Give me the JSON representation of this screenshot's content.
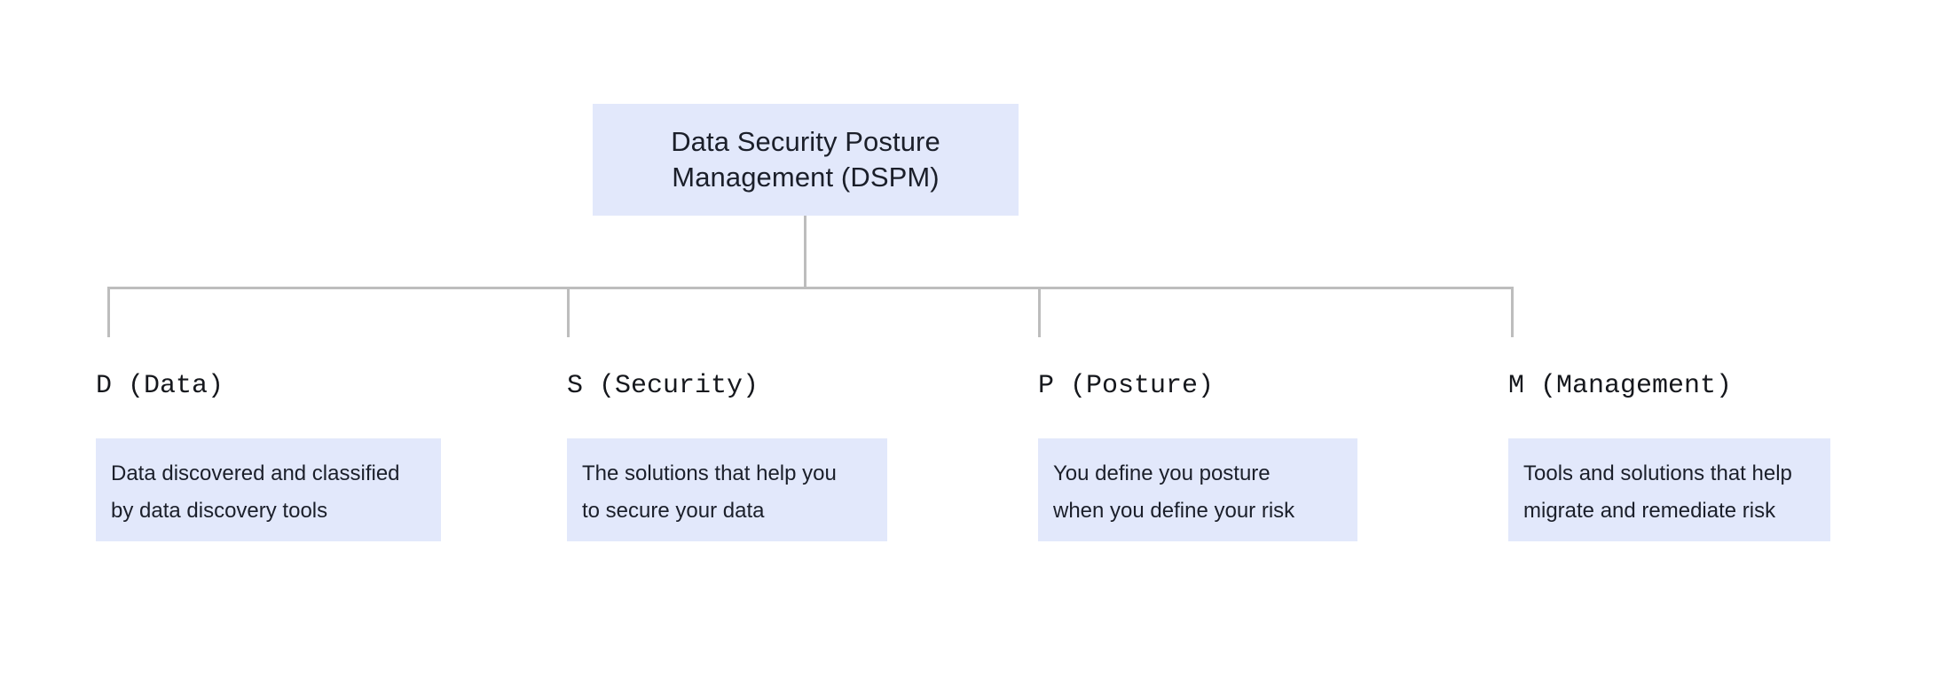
{
  "diagram": {
    "type": "tree",
    "orientation": "top-down",
    "root": {
      "title": "Data Security Posture\nManagement (DSPM)",
      "title_line_1": "Data Security Posture",
      "title_line_2": "Management (DSPM)"
    },
    "branches": [
      {
        "key": "D",
        "label": "D (Data)",
        "description": "Data discovered and classified\nby data discovery tools",
        "description_line_1": "Data discovered and classified",
        "description_line_2": "by data discovery tools"
      },
      {
        "key": "S",
        "label": "S (Security)",
        "description": "The solutions that help you\nto secure your data",
        "description_line_1": "The solutions that help you",
        "description_line_2": "to secure your data"
      },
      {
        "key": "P",
        "label": "P (Posture)",
        "description": "You define you posture\nwhen you define your risk",
        "description_line_1": "You define you posture",
        "description_line_2": "when you define your risk"
      },
      {
        "key": "M",
        "label": "M (Management)",
        "description": "Tools and solutions that help\nmigrate and remediate risk",
        "description_line_1": "Tools and solutions that help",
        "description_line_2": "migrate and remediate risk"
      }
    ],
    "colors": {
      "node_fill": "#e2e8fb",
      "connector": "#bdbdbd",
      "text": "#1b1f2a",
      "label_text": "#16181d",
      "background": "#ffffff"
    }
  }
}
